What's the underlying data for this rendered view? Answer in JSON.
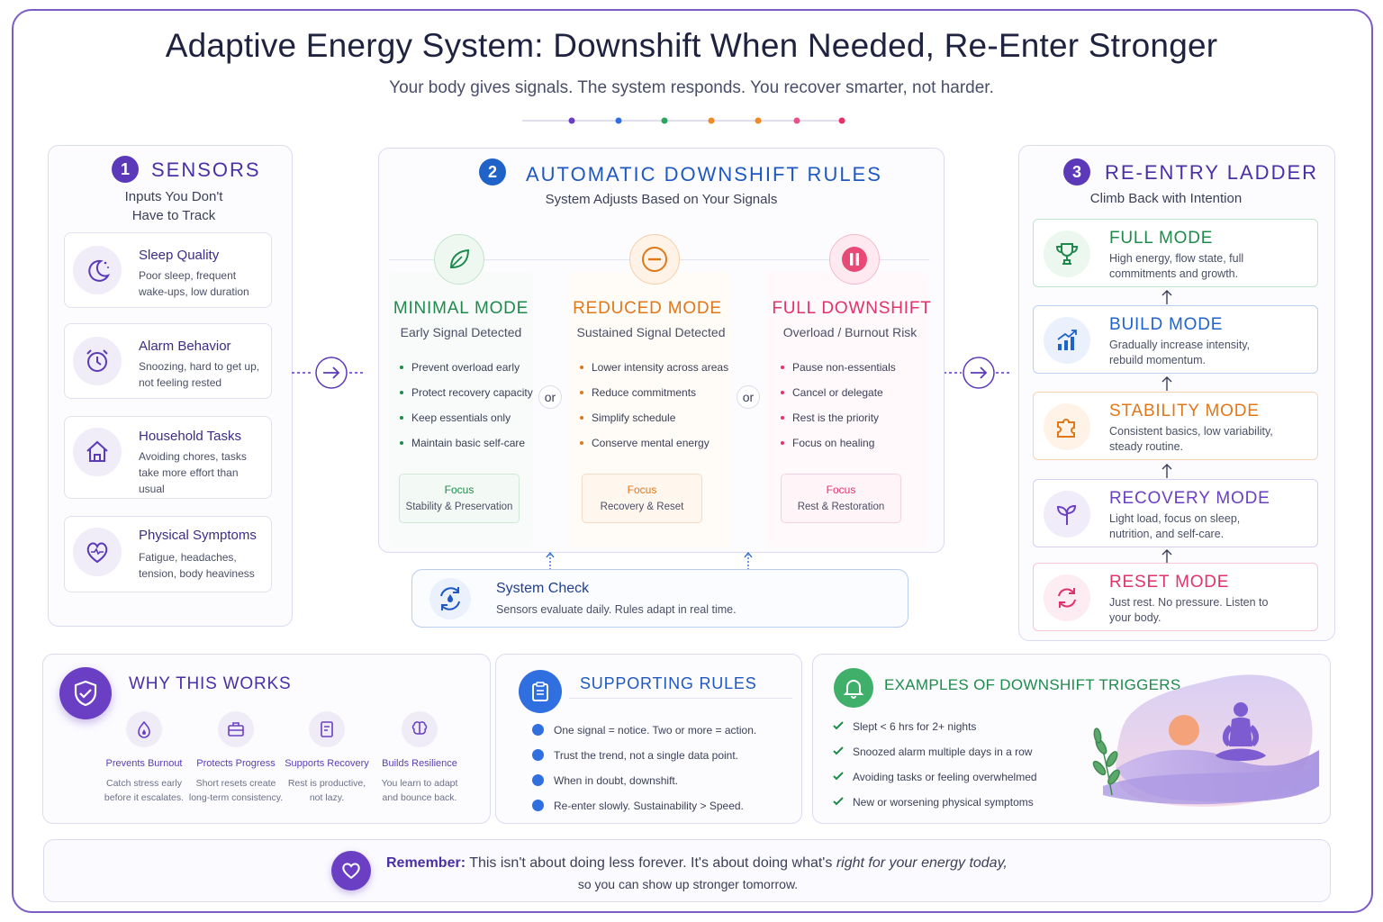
{
  "header": {
    "title": "Adaptive Energy System: Downshift When Needed, Re-Enter Stronger",
    "subtitle": "Your body gives signals. The system responds. You recover smarter, not harder.",
    "dot_colors": [
      "#6a3fc4",
      "#2f6fe0",
      "#2aa55e",
      "#f08a24",
      "#f08a24",
      "#e8508a",
      "#e8306a"
    ]
  },
  "sensors": {
    "number": "1",
    "title": "SENSORS",
    "subtitle_line1": "Inputs You Don't",
    "subtitle_line2": "Have to Track",
    "items": [
      {
        "icon": "moon-icon",
        "title": "Sleep Quality",
        "desc": "Poor sleep, frequent wake-ups, low duration"
      },
      {
        "icon": "alarm-clock-icon",
        "title": "Alarm Behavior",
        "desc": "Snoozing, hard to get up, not feeling rested"
      },
      {
        "icon": "house-icon",
        "title": "Household Tasks",
        "desc": "Avoiding chores, tasks take more effort than usual"
      },
      {
        "icon": "heart-pulse-icon",
        "title": "Physical Symptoms",
        "desc": "Fatigue, headaches, tension, body heaviness"
      }
    ]
  },
  "downshift": {
    "number": "2",
    "title": "AUTOMATIC DOWNSHIFT RULES",
    "subtitle": "System Adjusts Based on Your Signals",
    "or_label": "or",
    "modes": [
      {
        "icon": "leaf-icon",
        "title": "MINIMAL MODE",
        "subtitle": "Early Signal Detected",
        "color": "#1f8a4c",
        "bullets": [
          "Prevent overload early",
          "Protect recovery capacity",
          "Keep essentials only",
          "Maintain basic self-care"
        ],
        "focus_label": "Focus",
        "focus_value": "Stability & Preservation"
      },
      {
        "icon": "minus-circle-icon",
        "title": "REDUCED MODE",
        "subtitle": "Sustained Signal Detected",
        "color": "#e0781a",
        "bullets": [
          "Lower intensity across areas",
          "Reduce commitments",
          "Simplify schedule",
          "Conserve mental energy"
        ],
        "focus_label": "Focus",
        "focus_value": "Recovery & Reset"
      },
      {
        "icon": "pause-icon",
        "title": "FULL DOWNSHIFT",
        "subtitle": "Overload / Burnout Risk",
        "color": "#e0336a",
        "bullets": [
          "Pause non-essentials",
          "Cancel or delegate",
          "Rest is the priority",
          "Focus on healing"
        ],
        "focus_label": "Focus",
        "focus_value": "Rest & Restoration"
      }
    ],
    "system_check": {
      "icon": "refresh-drops-icon",
      "title": "System Check",
      "desc": "Sensors evaluate daily. Rules adapt in real time."
    }
  },
  "reentry": {
    "number": "3",
    "title": "RE-ENTRY LADDER",
    "subtitle": "Climb Back with Intention",
    "steps": [
      {
        "icon": "trophy-icon",
        "title": "FULL MODE",
        "desc": "High energy, flow state, full commitments and growth.",
        "color": "#1f8a4c"
      },
      {
        "icon": "bar-chart-up-icon",
        "title": "BUILD MODE",
        "desc": "Gradually increase intensity, rebuild momentum.",
        "color": "#1f63c9"
      },
      {
        "icon": "puzzle-icon",
        "title": "STABILITY MODE",
        "desc": "Consistent basics, low variability, steady routine.",
        "color": "#e0781a"
      },
      {
        "icon": "sprout-icon",
        "title": "RECOVERY MODE",
        "desc": "Light load, focus on sleep, nutrition, and self-care.",
        "color": "#6a3fc4"
      },
      {
        "icon": "reset-arrows-icon",
        "title": "RESET MODE",
        "desc": "Just rest. No pressure. Listen to your body.",
        "color": "#e0336a"
      }
    ]
  },
  "why": {
    "title": "WHY THIS WORKS",
    "items": [
      {
        "icon": "flame-drop-icon",
        "title": "Prevents Burnout",
        "desc_line1": "Catch stress early",
        "desc_line2": "before it escalates."
      },
      {
        "icon": "briefcase-icon",
        "title": "Protects Progress",
        "desc_line1": "Short resets create",
        "desc_line2": "long-term consistency."
      },
      {
        "icon": "journal-icon",
        "title": "Supports Recovery",
        "desc_line1": "Rest is productive,",
        "desc_line2": "not lazy."
      },
      {
        "icon": "brain-icon",
        "title": "Builds Resilience",
        "desc_line1": "You learn to adapt",
        "desc_line2": "and bounce back."
      }
    ]
  },
  "supporting": {
    "title": "SUPPORTING RULES",
    "rules": [
      "One signal = notice. Two or more = action.",
      "Trust the trend, not a single data point.",
      "When in doubt, downshift.",
      "Re-enter slowly. Sustainability > Speed."
    ]
  },
  "examples": {
    "title": "EXAMPLES OF DOWNSHIFT TRIGGERS",
    "items": [
      "Slept < 6 hrs for 2+ nights",
      "Snoozed alarm multiple days in a row",
      "Avoiding tasks or feeling overwhelmed",
      "New or worsening physical symptoms"
    ]
  },
  "footer": {
    "bold": "Remember:",
    "text_a": "This isn't about doing less forever.  It's about doing what's ",
    "text_italic": "right for your energy today,",
    "text_b": "so you can show up stronger tomorrow."
  }
}
